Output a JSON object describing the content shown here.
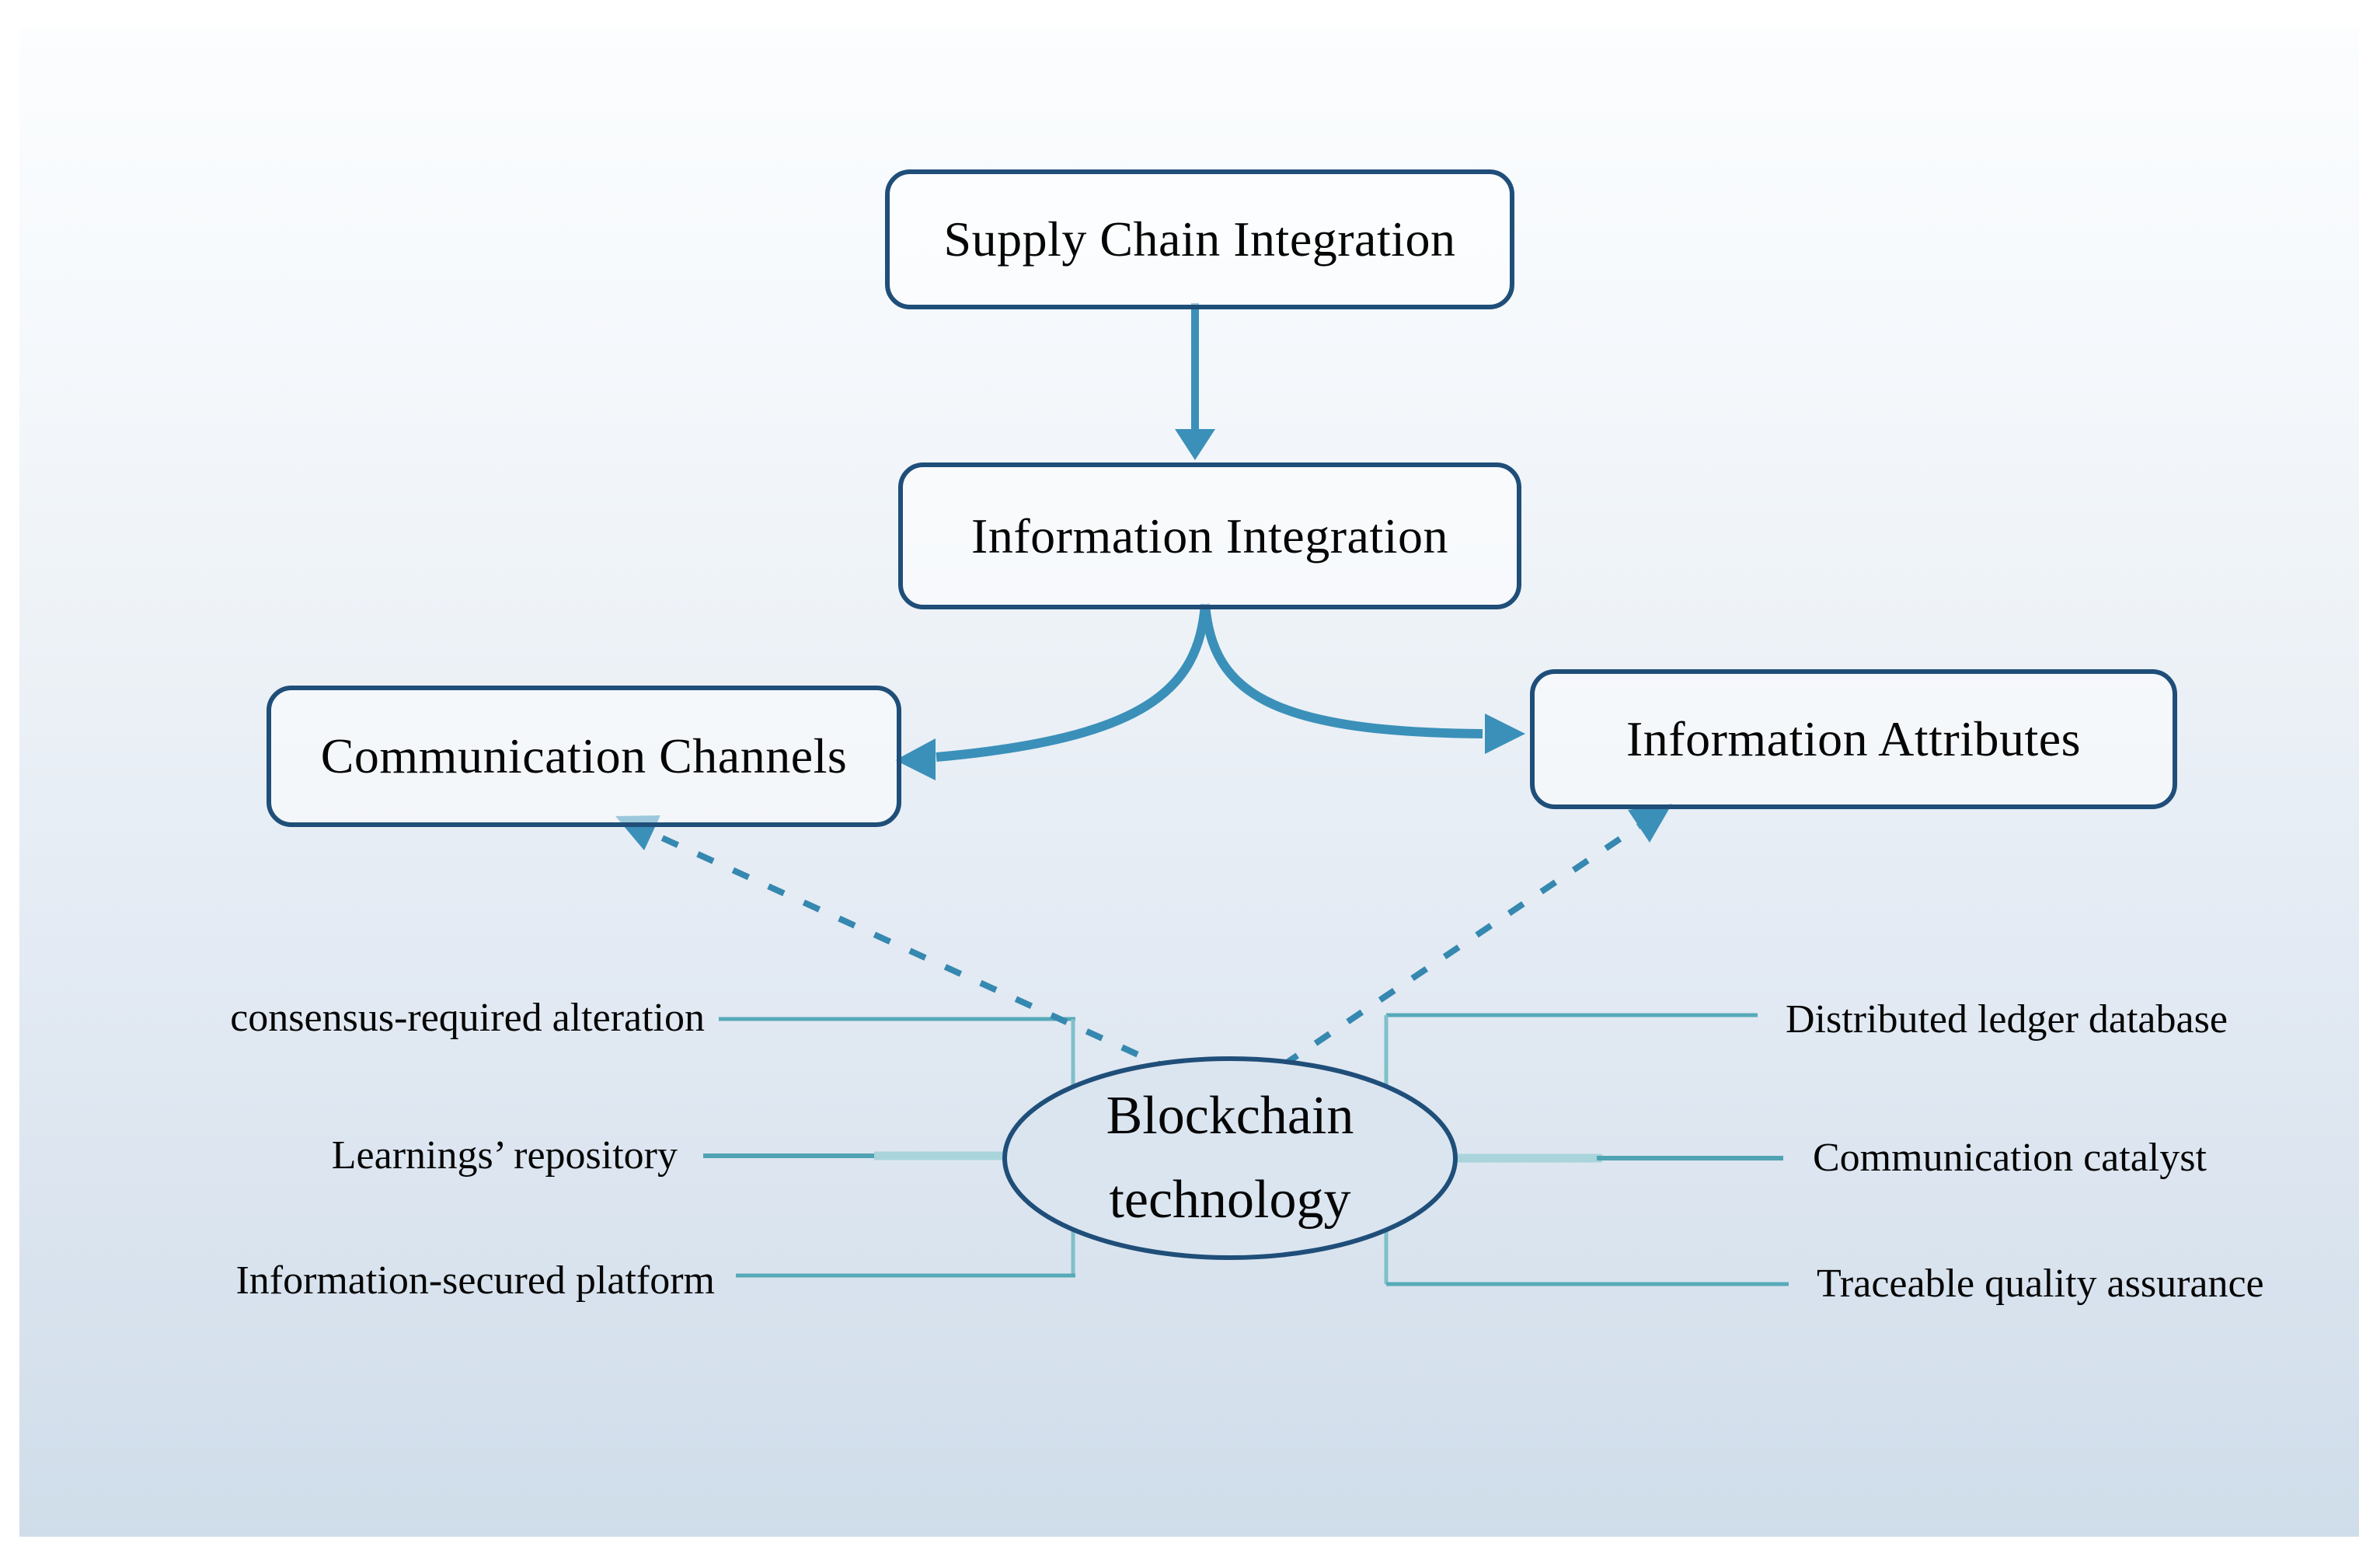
{
  "diagram": {
    "nodes": {
      "supply_chain": {
        "label": "Supply Chain Integration"
      },
      "information_integration": {
        "label": "Information Integration"
      },
      "communication_channels": {
        "label": "Communication Channels"
      },
      "information_attributes": {
        "label": "Information Attributes"
      },
      "blockchain": {
        "label": "Blockchain\ntechnology"
      }
    },
    "left_items": [
      {
        "label": "consensus-required alteration"
      },
      {
        "label": "Learnings’ repository"
      },
      {
        "label": "Information-secured platform"
      }
    ],
    "right_items": [
      {
        "label": "Distributed ledger database"
      },
      {
        "label": "Communication catalyst"
      },
      {
        "label": "Traceable quality assurance"
      }
    ],
    "edges": [
      {
        "from": "supply_chain",
        "to": "information_integration",
        "style": "solid-arrow"
      },
      {
        "from": "information_integration",
        "to": "communication_channels",
        "style": "solid-curved-arrow"
      },
      {
        "from": "information_integration",
        "to": "information_attributes",
        "style": "solid-curved-arrow"
      },
      {
        "from": "blockchain",
        "to": "communication_channels",
        "style": "dashed-arrow"
      },
      {
        "from": "blockchain",
        "to": "information_attributes",
        "style": "dashed-arrow"
      }
    ],
    "colors": {
      "box_border": "#1F4E79",
      "arrow": "#3B90B9",
      "connector": "#56AAB8",
      "connector_light": "#A9D4DB",
      "panel_top": "#FBFDFE",
      "panel_bottom": "#CFDDEA",
      "text": "#060606"
    }
  }
}
